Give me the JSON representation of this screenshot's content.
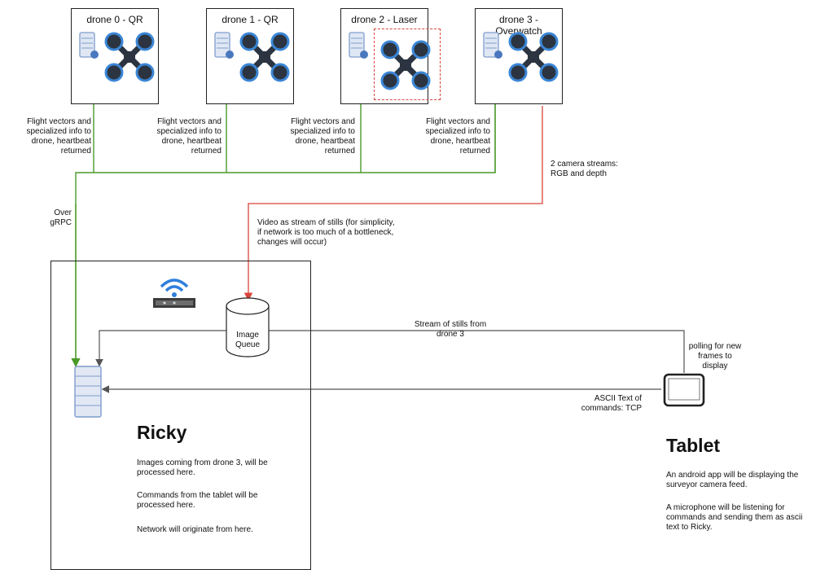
{
  "drones": [
    {
      "title": "drone 0 - QR",
      "laser": false
    },
    {
      "title": "drone 1 - QR",
      "laser": false
    },
    {
      "title": "drone 2 - Laser",
      "laser": true
    },
    {
      "title": "drone 3 - Overwatch",
      "laser": false
    }
  ],
  "labels": {
    "flight_vectors": [
      "Flight vectors and\nspecialized info to\ndrone, heartbeat\nreturned",
      "Flight vectors and\nspecialized info to\ndrone, heartbeat\nreturned",
      "Flight vectors and\nspecialized info to\ndrone, heartbeat\nreturned",
      "Flight vectors and\nspecialized info to\ndrone, heartbeat\nreturned"
    ],
    "over_grpc": "Over\ngRPC",
    "camera_streams": "2 camera streams:\nRGB and depth",
    "video_stills": "Video as stream of stills (for simplicity,\nif network is too much of a bottleneck,\nchanges will occur)",
    "image_queue": "Image\nQueue",
    "stream_stills": "Stream of stills from\ndrone 3",
    "polling": "polling for new\nframes to\ndisplay",
    "ascii_text": "ASCII Text of\ncommands: TCP"
  },
  "ricky": {
    "title": "Ricky",
    "paragraphs": [
      "Images coming from drone 3, will be processed here.",
      "Commands from the tablet will be processed here.",
      "Network will originate from here."
    ]
  },
  "tablet": {
    "title": "Tablet",
    "paragraphs": [
      "An android app will be displaying the surveyor camera feed.",
      "A microphone will be listening for commands and sending them as ascii text to Ricky."
    ]
  },
  "colors": {
    "green_link": "#4a9a2a",
    "red_link": "#d9443a",
    "grey_link": "#555555",
    "drone_blue": "#3b86d6",
    "drone_dark": "#2b3440",
    "server_blue": "#7f9ccc",
    "wifi_blue": "#2f7fdc"
  }
}
